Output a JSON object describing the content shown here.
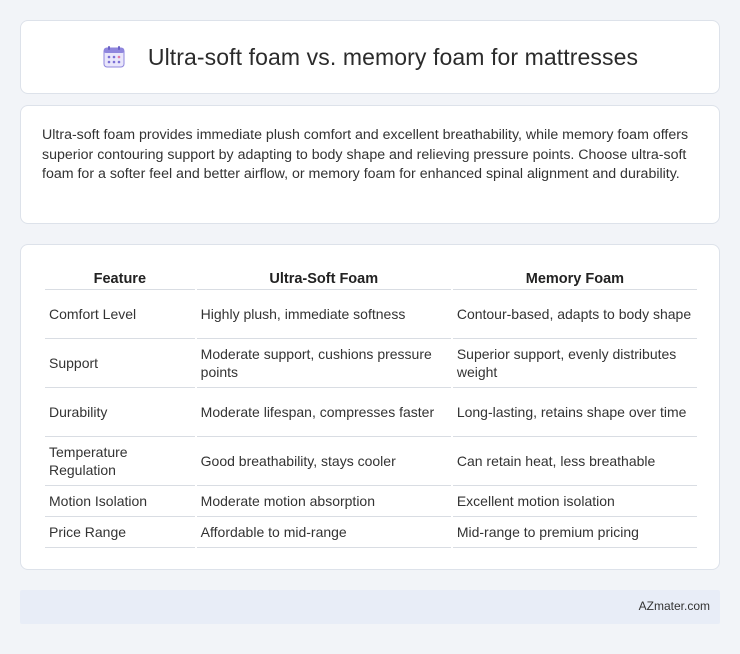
{
  "header": {
    "title": "Ultra-soft foam vs. memory foam for mattresses",
    "icon": "calendar-icon"
  },
  "summary": {
    "text": "Ultra-soft foam provides immediate plush comfort and excellent breathability, while memory foam offers superior contouring support by adapting to body shape and relieving pressure points. Choose ultra-soft foam for a softer feel and better airflow, or memory foam for enhanced spinal alignment and durability."
  },
  "table": {
    "headers": [
      "Feature",
      "Ultra-Soft Foam",
      "Memory Foam"
    ],
    "rows": [
      [
        "Comfort Level",
        "Highly plush, immediate softness",
        "Contour-based, adapts to body shape"
      ],
      [
        "Support",
        "Moderate support, cushions pressure points",
        "Superior support, evenly distributes weight"
      ],
      [
        "Durability",
        "Moderate lifespan, compresses faster",
        "Long-lasting, retains shape over time"
      ],
      [
        "Temperature Regulation",
        "Good breathability, stays cooler",
        "Can retain heat, less breathable"
      ],
      [
        "Motion Isolation",
        "Moderate motion absorption",
        "Excellent motion isolation"
      ],
      [
        "Price Range",
        "Affordable to mid-range",
        "Mid-range to premium pricing"
      ]
    ]
  },
  "footer": {
    "brand": "AZmater.com"
  },
  "colors": {
    "background": "#f2f4f8",
    "card": "#ffffff",
    "footer": "#e8edf7",
    "icon_accent": "#7b6fd6"
  }
}
